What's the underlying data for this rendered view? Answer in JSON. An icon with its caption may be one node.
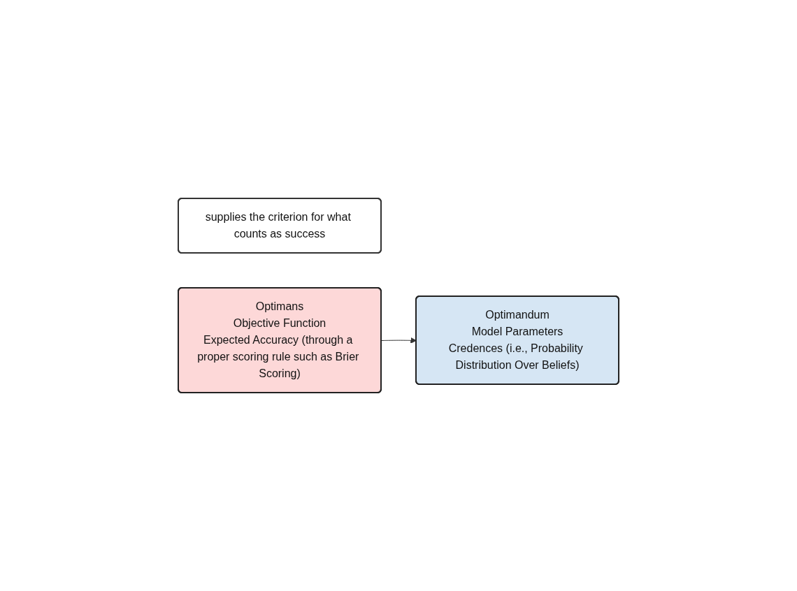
{
  "diagram": {
    "nodes": [
      {
        "text": [
          "supplies the criterion for what counts as success"
        ]
      },
      {
        "text": [
          "Optimans",
          "Objective Function",
          "Expected Accuracy (through a proper scoring rule such as Brier Scoring)"
        ]
      },
      {
        "text": [
          "Optimandum",
          "Model Parameters",
          "Credences (i.e., Probability Distribution Over Beliefs)"
        ]
      }
    ],
    "edges": [
      {
        "from": 1,
        "to": 2,
        "arrow": "to"
      }
    ]
  }
}
